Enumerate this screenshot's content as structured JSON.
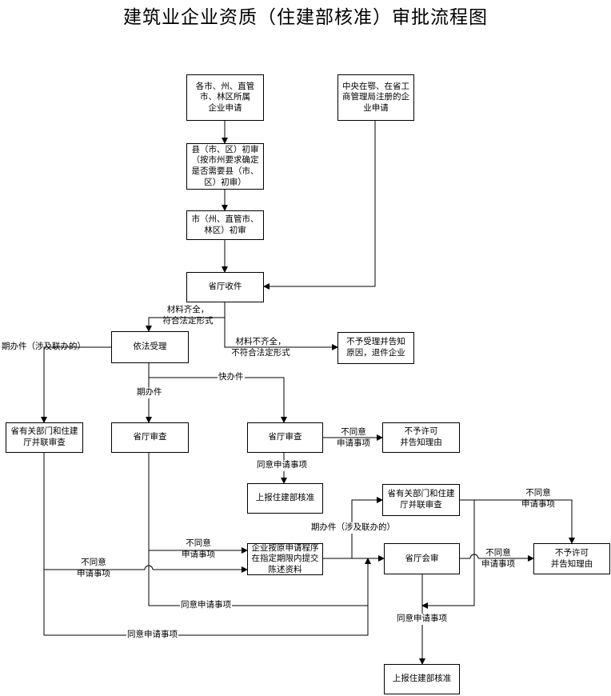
{
  "title": "建筑业企业资质（住建部核准）审批流程图",
  "boxes": {
    "b1": "各市、州、直管\n市、林区所属\n企业申请",
    "b2": "中央在鄂、在省工\n商管理局注册的企\n业申请",
    "b3": "县（市、区）初审\n（按市州要求确定\n是否需要县（市、\n区）初审）",
    "b4": "市（州、直管市、\n林区）初审",
    "b5": "省厅收件",
    "b6": "依法受理",
    "b7": "不予受理并告知\n原因，退件企业",
    "b8": "省有关部门和住建\n厅并联审查",
    "b9": "省厅审查",
    "b10": "省厅审查",
    "b11": "不予许可\n并告知理由",
    "b12": "上报住建部核准",
    "b13": "省有关部门和住建\n厅并联审查",
    "b14": "企业按原申请程序\n在指定期限内提交\n陈述资料",
    "b15": "省厅会审",
    "b16": "不予许可\n并告知理由",
    "b17": "上报住建部核准"
  },
  "labels": {
    "l1": "材料齐全，\n符合法定形式",
    "l2": "材料不齐全，\n不符合法定形式",
    "l3": "期办件（涉及联办的）",
    "l4": "快办件",
    "l5": "期办件",
    "l6": "不同意\n申请事项",
    "l7": "同意申请事项",
    "l8": "期办件（涉及联办的）",
    "l9": "不同意\n申请事项",
    "l10": "不同意\n申请事项",
    "l11": "不同意\n申请事项",
    "l12": "不同意\n申请事项",
    "l13": "同意申请事项",
    "l14": "同意申请事项",
    "l15": "同意申请事项"
  }
}
